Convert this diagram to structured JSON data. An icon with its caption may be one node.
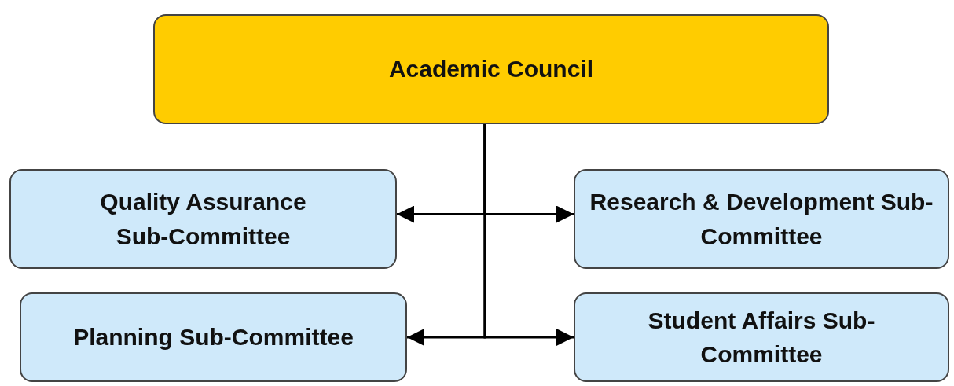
{
  "diagram": {
    "nodes": [
      {
        "text": [
          "Academic Council"
        ]
      },
      {
        "text": [
          "Quality Assurance Sub-Committee"
        ]
      },
      {
        "text": [
          "Research & Development Sub-Committee"
        ]
      },
      {
        "text": [
          "Planning Sub-Committee"
        ]
      },
      {
        "text": [
          "Student Affairs Sub-Committee"
        ]
      }
    ],
    "edges": [
      {
        "from": 0,
        "to": 1,
        "arrow": "to"
      },
      {
        "from": 0,
        "to": 2,
        "arrow": "to"
      },
      {
        "from": 0,
        "to": 3,
        "arrow": "to"
      },
      {
        "from": 0,
        "to": 4,
        "arrow": "to"
      }
    ]
  }
}
